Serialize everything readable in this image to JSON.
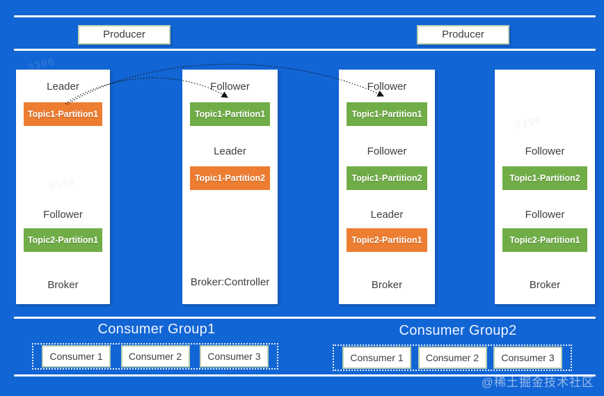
{
  "producers": [
    {
      "label": "Producer"
    },
    {
      "label": "Producer"
    }
  ],
  "brokers": [
    {
      "footer": "Broker",
      "sections": [
        {
          "role": "Leader",
          "partition": "Topic1-Partition1",
          "variant": "leader"
        },
        {
          "role": "Follower",
          "partition": "Topic2-Partition1",
          "variant": "follower"
        }
      ]
    },
    {
      "footer": "Broker:Controller",
      "sections": [
        {
          "role": "Follower",
          "partition": "Topic1-Partition1",
          "variant": "follower"
        },
        {
          "role": "Leader",
          "partition": "Topic1-Partition2",
          "variant": "leader"
        }
      ]
    },
    {
      "footer": "Broker",
      "sections": [
        {
          "role": "Follower",
          "partition": "Topic1-Partition1",
          "variant": "follower"
        },
        {
          "role": "Follower",
          "partition": "Topic1-Partition2",
          "variant": "follower"
        },
        {
          "role": "Leader",
          "partition": "Topic2-Partition1",
          "variant": "leader"
        }
      ]
    },
    {
      "footer": "Broker",
      "sections": [
        {
          "role": "Follower",
          "partition": "Topic1-Partition2",
          "variant": "follower"
        },
        {
          "role": "Follower",
          "partition": "Topic2-Partition1",
          "variant": "follower"
        }
      ]
    }
  ],
  "consumer_groups": [
    {
      "title": "Consumer Group1",
      "consumers": [
        {
          "label": "Consumer 1"
        },
        {
          "label": "Consumer 2"
        },
        {
          "label": "Consumer 3"
        }
      ]
    },
    {
      "title": "Consumer Group2",
      "consumers": [
        {
          "label": "Consumer 1"
        },
        {
          "label": "Consumer 2"
        },
        {
          "label": "Consumer 3"
        }
      ]
    }
  ],
  "watermarks": {
    "corner": "@稀土掘金技术社区",
    "faint": "3396"
  },
  "colors": {
    "background": "#1265d4",
    "leader_partition": "#ed7d31",
    "follower_partition": "#70ad47",
    "box_border": "#bccfb2",
    "divider": "#ffffff",
    "label_text": "#3d3d3d"
  }
}
